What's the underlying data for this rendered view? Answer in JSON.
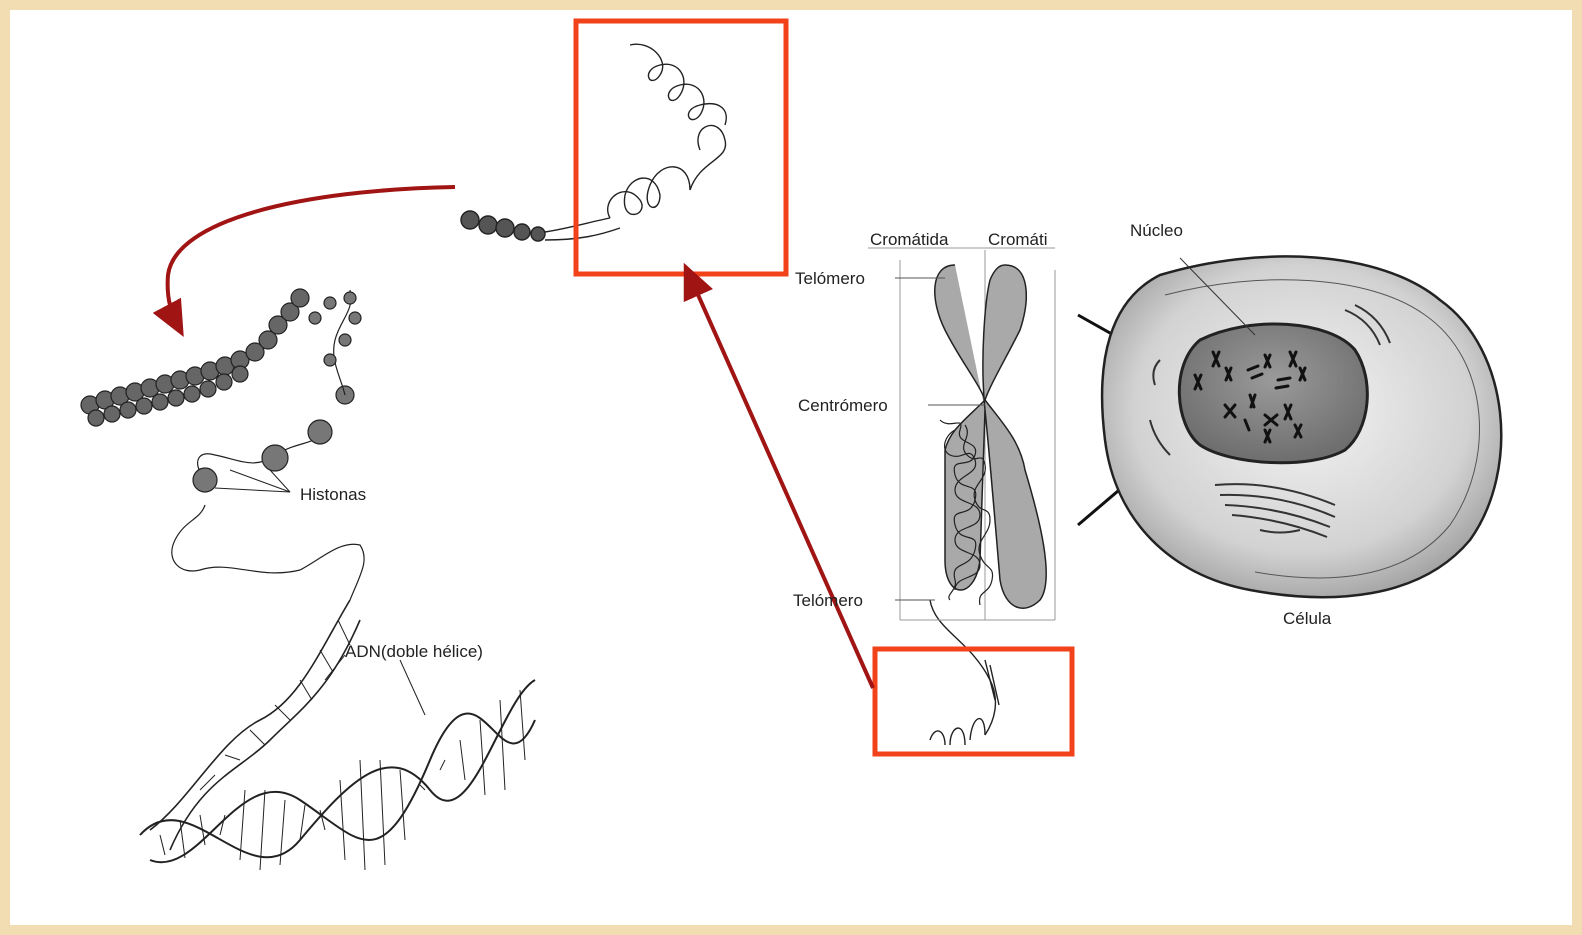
{
  "labels": {
    "chromatid_left": "Cromátida",
    "chromatid_right": "Cromáti",
    "telomere_top": "Telómero",
    "centromere": "Centrómero",
    "telomere_bottom": "Telómero",
    "nucleus": "Núcleo",
    "cell": "Célula",
    "histones": "Histonas",
    "dna": "ADN(doble hélice)"
  },
  "colors": {
    "highlight_box": "#f2421a",
    "arrow": "#a01414",
    "chromosome_fill": "#a9a9a9",
    "nucleus_fill": "#8d8d8d",
    "cell_fill": "#d9d9d9",
    "frame_border": "#f2ddb3"
  }
}
